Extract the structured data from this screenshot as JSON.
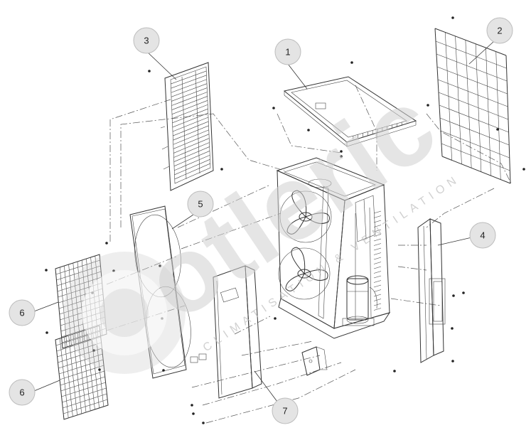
{
  "watermark": {
    "brand": "otleric",
    "tagline": "CLIMATISATION & VENTILATION"
  },
  "callouts": [
    {
      "id": "1",
      "label": "1"
    },
    {
      "id": "2",
      "label": "2"
    },
    {
      "id": "3",
      "label": "3"
    },
    {
      "id": "4",
      "label": "4"
    },
    {
      "id": "5",
      "label": "5"
    },
    {
      "id": "6a",
      "label": "6"
    },
    {
      "id": "6b",
      "label": "6"
    },
    {
      "id": "7",
      "label": "7"
    }
  ]
}
